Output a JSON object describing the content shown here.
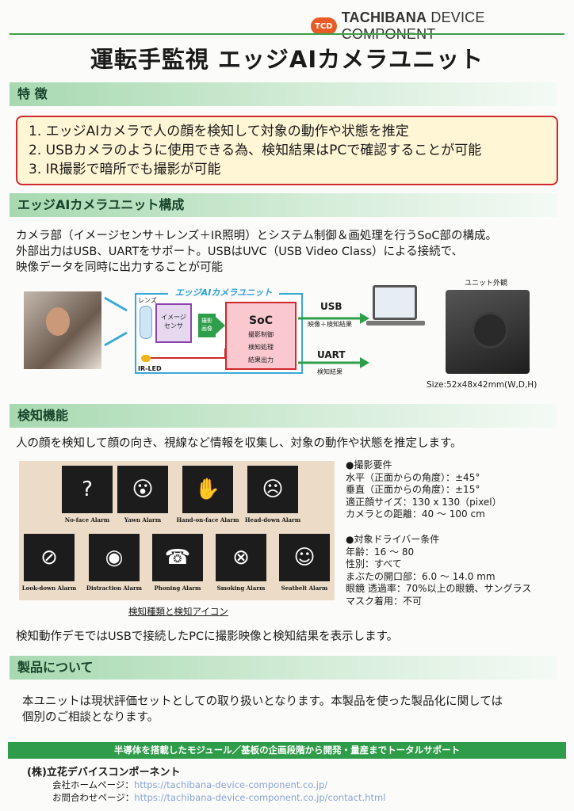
{
  "brand": {
    "logo": "TCD",
    "name_bold": "TACHIBANA",
    "name_rest": " DEVICE COMPONENT"
  },
  "title": "運転手監視 エッジAIカメラユニット",
  "sections": {
    "features": "特 徴",
    "config": "エッジAIカメラユニット構成",
    "detect": "検知機能",
    "product": "製品について"
  },
  "features": [
    "1. エッジAIカメラで人の顔を検知して対象の動作や状態を推定",
    "2. USBカメラのように使用できる為、検知結果はPCで確認することが可能",
    "3. IR撮影で暗所でも撮影が可能"
  ],
  "config_text": [
    "カメラ部（イメージセンサ＋レンズ＋IR照明）とシステム制御＆画処理を行うSoC部の構成。",
    "外部出力はUSB、UARTをサポート。USBはUVC（USB Video Class）による接続で、",
    "映像データを同時に出力することが可能"
  ],
  "diagram": {
    "title": "エッジAIカメラユニット",
    "lens": "レンズ",
    "sensor": [
      "イメージ",
      "センサ"
    ],
    "capture": [
      "撮影",
      "画像"
    ],
    "soc": "SoC",
    "soc_sub": [
      "撮影制御",
      "検知処理",
      "結果出力"
    ],
    "irled": "IR-LED",
    "usb": "USB",
    "usb_sub": "映像＋検知結果",
    "uart": "UART",
    "uart_sub": "検知結果",
    "unit_label": "ユニット外観",
    "size": "Size:52x48x42mm(W,D,H)"
  },
  "detect_text": "人の顔を検知して顔の向き、視線など情報を収集し、対象の動作や状態を推定します。",
  "alarms": [
    "No-face Alarm",
    "Yawn Alarm",
    "Hand-on-face Alarm",
    "Head-down Alarm",
    "Look-down Alarm",
    "Distraction Alarm",
    "Phoning Alarm",
    "Smoking Alarm",
    "Seatbelt Alarm"
  ],
  "alarm_icons": [
    "face-missing-icon",
    "yawn-icon",
    "hand-on-face-icon",
    "head-down-icon",
    "look-down-icon",
    "distraction-icon",
    "phone-icon",
    "smoking-icon",
    "seatbelt-icon"
  ],
  "icons_caption": "検知種類と検知アイコン",
  "req1": [
    "●撮影要件",
    "水平（正面からの角度）：±45°",
    "垂直（正面からの角度）：±15°",
    "適正顔サイズ：130 x 130（pixel）",
    "カメラとの距離：40 ～ 100 cm"
  ],
  "req2": [
    "●対象ドライバー条件",
    "年齢：16 ～ 80",
    "性別：すべて",
    "まぶたの開口部：6.0 ～ 14.0 mm",
    "眼鏡 透過率：70%以上の眼鏡、サングラス",
    "マスク着用：不可"
  ],
  "demo_text": "検知動作デモではUSBで接続したPCに撮影映像と検知結果を表示します。",
  "product_text": [
    "本ユニットは現状評価セットとしての取り扱いとなります。本製品を使った製品化に関しては",
    "個別のご相談となります。"
  ],
  "footer": {
    "banner": "半導体を搭載したモジュール／基板の企画段階から開発・量産までトータルサポート",
    "company": "(株)立花デバイスコンポーネント",
    "home_label": "会社ホームページ：",
    "home_url": "https://tachibana-device-component.co.jp/",
    "contact_label": "お問合わせページ：",
    "contact_url": "https://tachibana-device-component.co.jp/contact.html"
  }
}
